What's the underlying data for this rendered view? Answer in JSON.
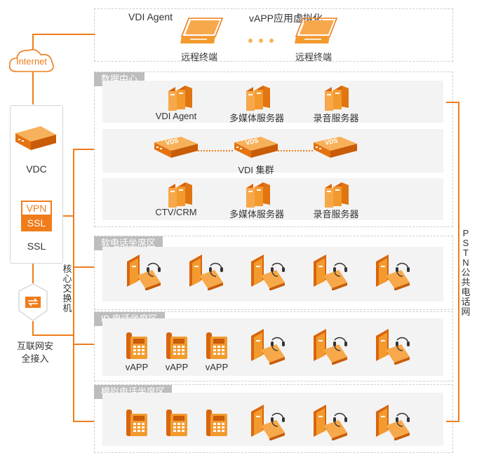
{
  "top_zone": {
    "vdi_agent_label": "VDI Agent",
    "vapp_label": "vAPP应用虚拟化",
    "terminal_left": "远程终端",
    "terminal_right": "远程终端"
  },
  "internet_label": "Internet",
  "left_column": {
    "vdc_label": "VDC",
    "vpn_text": "VPN",
    "ssl_text": "SSL",
    "ssl_label": "SSL",
    "security_label": "互联网安全接入"
  },
  "core_switch_label": "核心交换机",
  "pstn_label": "PSTN公共电话网",
  "datacenter": {
    "title": "数据中心",
    "row1": [
      "VDI Agent",
      "多媒体服务器",
      "录音服务器"
    ],
    "vds_text": "VDS",
    "cluster_label": "VDI 集群",
    "row3": [
      "CTV/CRM",
      "多媒体服务器",
      "录音服务器"
    ]
  },
  "soft_zone": {
    "title": "软电话坐席区"
  },
  "ip_zone": {
    "title": "IP 电话坐席区",
    "vapp_labels": [
      "vAPP",
      "vAPP",
      "vAPP"
    ]
  },
  "analog_zone": {
    "title": "模拟电话坐席区"
  },
  "colors": {
    "accent": "#f07c1a",
    "panel": "#f3f3f3",
    "tag": "#bdbdbd"
  }
}
